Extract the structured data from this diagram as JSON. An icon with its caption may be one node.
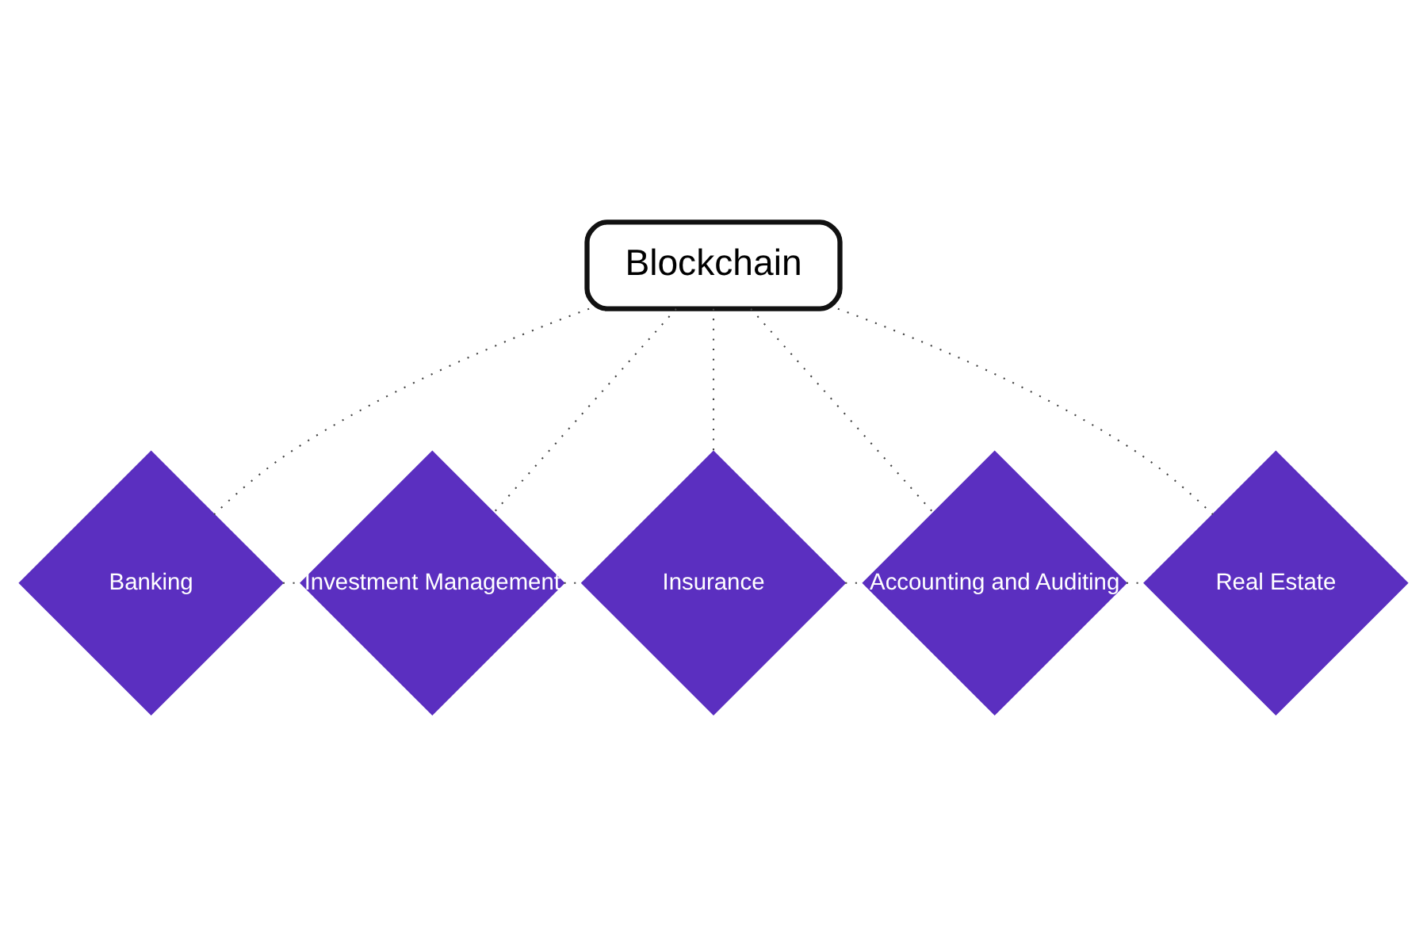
{
  "diagram": {
    "nodes": [
      {
        "text": [
          "Blockchain"
        ]
      },
      {
        "text": [
          "Banking"
        ]
      },
      {
        "text": [
          "Investment Management"
        ]
      },
      {
        "text": [
          "Insurance"
        ]
      },
      {
        "text": [
          "Accounting and Auditing"
        ]
      },
      {
        "text": [
          "Real Estate"
        ]
      }
    ],
    "edges": [
      {
        "from": 0,
        "to": 1,
        "arrow": "none",
        "style": "dashed"
      },
      {
        "from": 0,
        "to": 2,
        "arrow": "none",
        "style": "dashed"
      },
      {
        "from": 0,
        "to": 3,
        "arrow": "none",
        "style": "dashed"
      },
      {
        "from": 0,
        "to": 4,
        "arrow": "none",
        "style": "dashed"
      },
      {
        "from": 0,
        "to": 5,
        "arrow": "none",
        "style": "dashed"
      },
      {
        "from": 1,
        "to": 2,
        "arrow": "none",
        "style": "dashed"
      },
      {
        "from": 2,
        "to": 3,
        "arrow": "none",
        "style": "dashed"
      },
      {
        "from": 3,
        "to": 4,
        "arrow": "none",
        "style": "dashed"
      },
      {
        "from": 4,
        "to": 5,
        "arrow": "none",
        "style": "dashed"
      }
    ]
  }
}
